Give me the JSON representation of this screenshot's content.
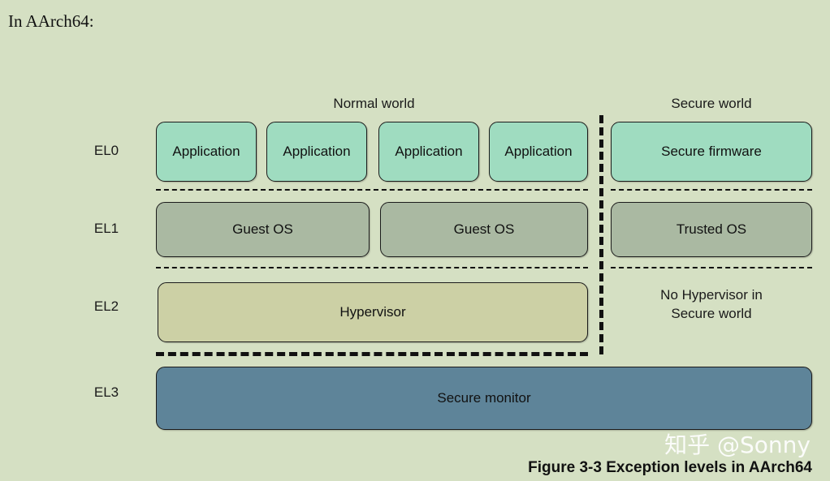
{
  "intro": {
    "text": "In AArch64:"
  },
  "worlds": {
    "normal_label": "Normal world",
    "secure_label": "Secure world"
  },
  "exception_levels": [
    {
      "id": "EL0",
      "label": "EL0"
    },
    {
      "id": "EL1",
      "label": "EL1"
    },
    {
      "id": "EL2",
      "label": "EL2"
    },
    {
      "id": "EL3",
      "label": "EL3"
    }
  ],
  "el0": {
    "normal_boxes": [
      {
        "label": "Application"
      },
      {
        "label": "Application"
      },
      {
        "label": "Application"
      },
      {
        "label": "Application"
      }
    ],
    "secure_box": {
      "label": "Secure firmware"
    }
  },
  "el1": {
    "normal_boxes": [
      {
        "label": "Guest OS"
      },
      {
        "label": "Guest OS"
      }
    ],
    "secure_box": {
      "label": "Trusted OS"
    }
  },
  "el2": {
    "normal_box": {
      "label": "Hypervisor"
    },
    "secure_note_line1": "No Hypervisor in",
    "secure_note_line2": "Secure world"
  },
  "el3": {
    "box": {
      "label": "Secure monitor"
    }
  },
  "watermark": {
    "text": "知乎 @Sonny"
  },
  "caption": {
    "text": "Figure 3-3 Exception levels in AArch64"
  },
  "colors": {
    "background": "#d5e0c3",
    "application_fill": "#9fdcc0",
    "guest_os_fill": "#aab9a2",
    "hypervisor_fill": "#ccd0a5",
    "secure_monitor_fill": "#5e8499",
    "border": "#1b1b1b",
    "text": "#111111",
    "watermark": "#ffffff"
  }
}
